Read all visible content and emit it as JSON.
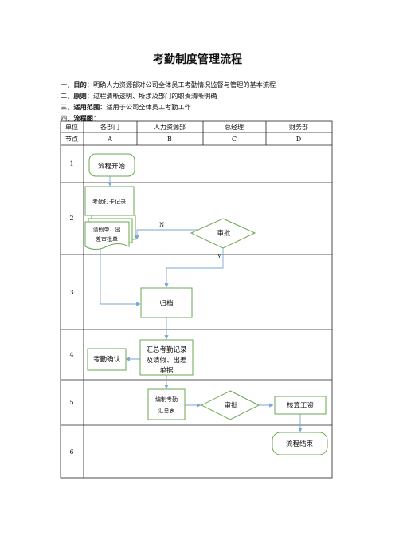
{
  "title": "考勤制度管理流程",
  "sections": [
    {
      "prefix": "一、",
      "label": "目的",
      "sep": "：",
      "text": "明确人力资源部对公司全体员工考勤情况监督与管理的基本流程"
    },
    {
      "prefix": "二、",
      "label": "原则",
      "sep": "：",
      "text": "过程清晰透明、所涉及部门的职责清晰明确"
    },
    {
      "prefix": "三、",
      "label": "适用范围",
      "sep": "：",
      "text": "适用于公司全体员工考勤工作"
    },
    {
      "prefix": "四、",
      "label": "流程图",
      "sep": "：",
      "text": ""
    }
  ],
  "table": {
    "header": [
      "单位",
      "各部门",
      "人力资源部",
      "总经理",
      "财务部"
    ],
    "nodes": [
      "节点",
      "A",
      "B",
      "C",
      "D"
    ],
    "rows": [
      "1",
      "2",
      "3",
      "4",
      "5",
      "6"
    ]
  },
  "flow": {
    "start": "流程开始",
    "attendance_record": "考勤打卡记录",
    "leave_form_1": "请假单、出",
    "leave_form_2": "差审批单",
    "approve_1": "审批",
    "label_n": "N",
    "label_y": "Y",
    "archive": "归档",
    "summary_1": "汇总考勤记录",
    "summary_2": "及请假、出差",
    "summary_3": "单据",
    "confirm": "考勤确认",
    "compile_1": "编制考勤",
    "compile_2": "汇总表",
    "approve_2": "审批",
    "payroll": "核算工资",
    "end": "流程结束"
  },
  "colors": {
    "node_border": "#6aa84f",
    "arrow": "#7aa6d6"
  }
}
